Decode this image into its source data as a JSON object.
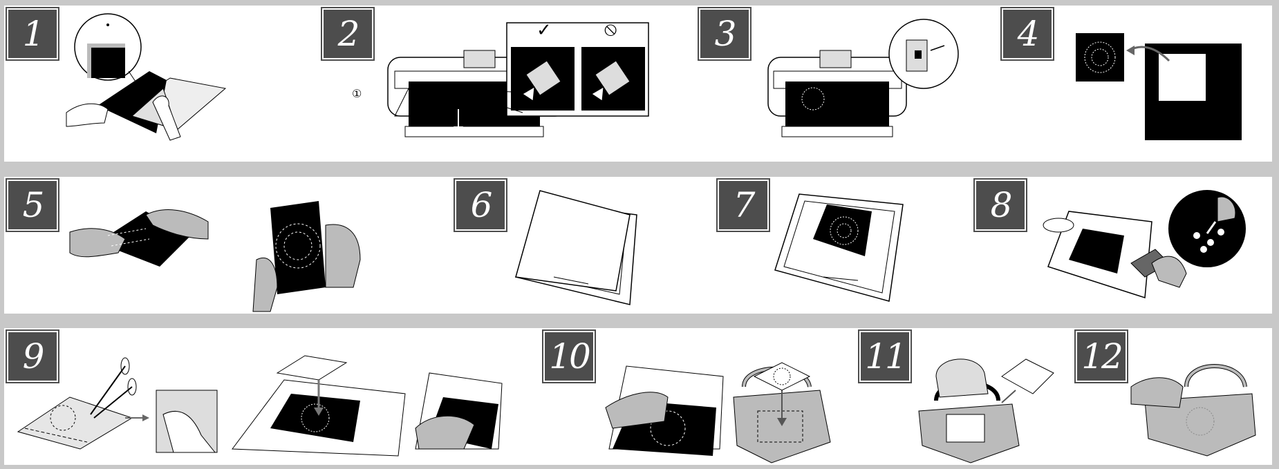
{
  "steps": [
    {
      "number": "1"
    },
    {
      "number": "2"
    },
    {
      "number": "3"
    },
    {
      "number": "4"
    },
    {
      "number": "5"
    },
    {
      "number": "6"
    },
    {
      "number": "7"
    },
    {
      "number": "8"
    },
    {
      "number": "9"
    },
    {
      "number": "10"
    },
    {
      "number": "11"
    },
    {
      "number": "12"
    }
  ],
  "step2_callouts": {
    "marker": "①",
    "ok_symbol": "✓",
    "ng_symbol": "⦸"
  },
  "colors": {
    "panel_dark": "#4d4d4d",
    "mat_black": "#000000",
    "gray_fill": "#bdbdbd",
    "page_bg": "#c8c8c8"
  }
}
